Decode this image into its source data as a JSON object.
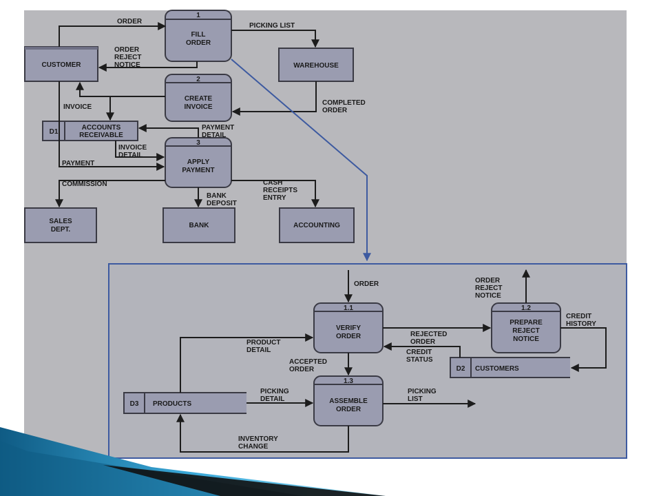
{
  "top_diagram": {
    "processes": [
      {
        "id": "fill_order",
        "number": "1",
        "lines": [
          "FILL",
          "ORDER"
        ]
      },
      {
        "id": "create_invoice",
        "number": "2",
        "lines": [
          "CREATE",
          "INVOICE"
        ]
      },
      {
        "id": "apply_payment",
        "number": "3",
        "lines": [
          "APPLY",
          "PAYMENT"
        ]
      }
    ],
    "entities": {
      "customer": "CUSTOMER",
      "warehouse": "WAREHOUSE",
      "sales": [
        "SALES",
        "DEPT."
      ],
      "bank": "BANK",
      "accounting": "ACCOUNTING"
    },
    "store": {
      "id": "D1",
      "lines": [
        "ACCOUNTS",
        "RECEIVABLE"
      ]
    },
    "flows": {
      "order": "ORDER",
      "picking_list": "PICKING LIST",
      "order_reject_notice": [
        "ORDER",
        "REJECT",
        "NOTICE"
      ],
      "completed_order": [
        "COMPLETED",
        "ORDER"
      ],
      "invoice": "INVOICE",
      "payment_detail": [
        "PAYMENT",
        "DETAIL"
      ],
      "invoice_detail": [
        "INVOICE",
        "DETAIL"
      ],
      "payment": "PAYMENT",
      "commission": "COMMISSION",
      "bank_deposit": [
        "BANK",
        "DEPOSIT"
      ],
      "cash_receipts_entry": [
        "CASH",
        "RECEIPTS",
        "ENTRY"
      ]
    }
  },
  "detail_diagram": {
    "processes": [
      {
        "id": "verify_order",
        "number": "1.1",
        "lines": [
          "VERIFY",
          "ORDER"
        ]
      },
      {
        "id": "prepare_reject",
        "number": "1.2",
        "lines": [
          "PREPARE",
          "REJECT",
          "NOTICE"
        ]
      },
      {
        "id": "assemble_order",
        "number": "1.3",
        "lines": [
          "ASSEMBLE",
          "ORDER"
        ]
      }
    ],
    "stores": [
      {
        "id": "D2",
        "label": "CUSTOMERS"
      },
      {
        "id": "D3",
        "label": "PRODUCTS"
      }
    ],
    "flows": {
      "order": "ORDER",
      "order_reject_notice": [
        "ORDER",
        "REJECT",
        "NOTICE"
      ],
      "credit_history": [
        "CREDIT",
        "HISTORY"
      ],
      "rejected_order": [
        "REJECTED",
        "ORDER"
      ],
      "credit_status": [
        "CREDIT",
        "STATUS"
      ],
      "product_detail": [
        "PRODUCT",
        "DETAIL"
      ],
      "accepted_order": [
        "ACCEPTED",
        "ORDER"
      ],
      "picking_detail": [
        "PICKING",
        "DETAIL"
      ],
      "picking_list": [
        "PICKING",
        "LIST"
      ],
      "inventory_change": [
        "INVENTORY",
        "CHANGE"
      ]
    }
  },
  "colors": {
    "slide_bg": "#ffffff",
    "diagram_bg": "#b8b8bc",
    "detail_bg": "#b3b4bb",
    "box_fill": "#9a9cb0",
    "box_stroke": "#3a3a44",
    "connector": "#3d5aa0",
    "accent_dark": "#0f5b84",
    "accent_light": "#58c6ef"
  }
}
